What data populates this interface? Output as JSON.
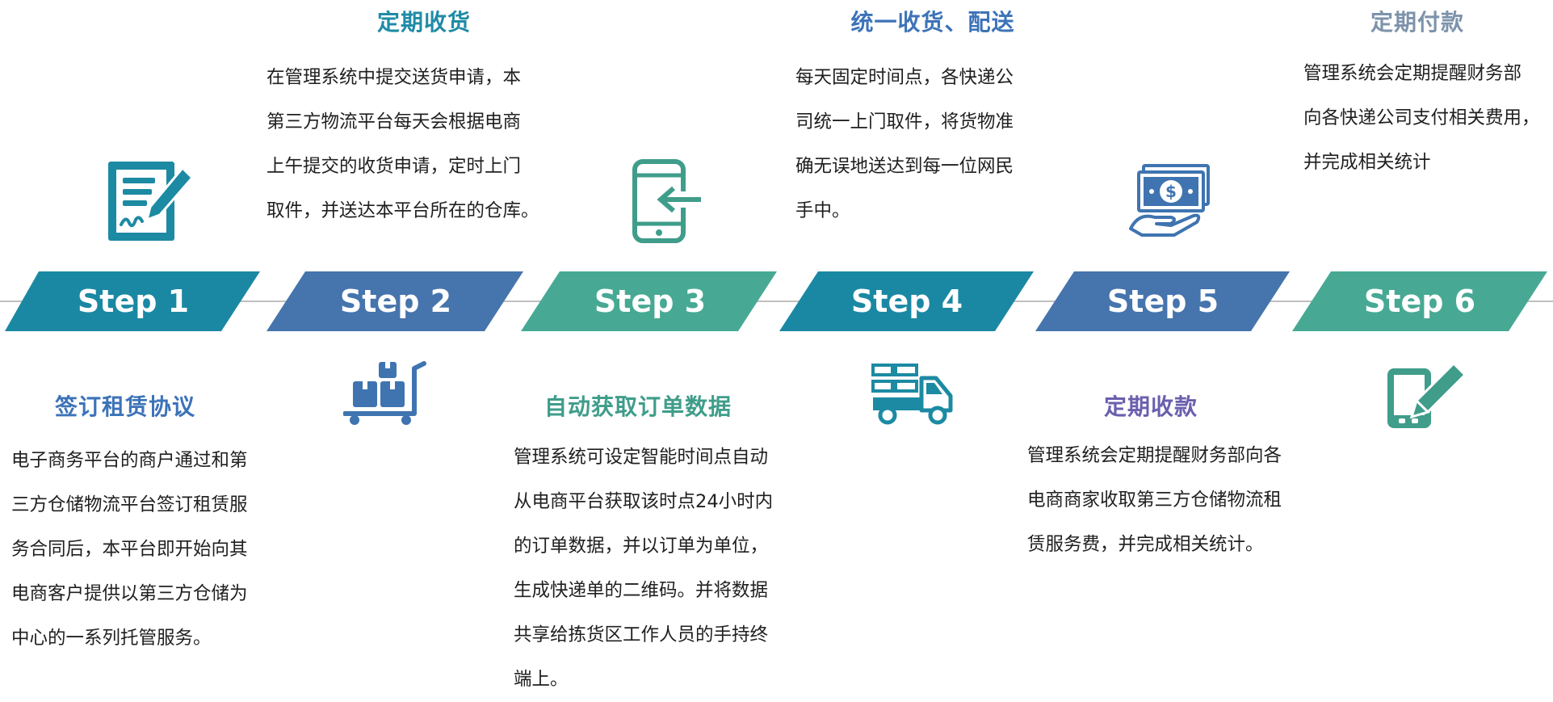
{
  "colors": {
    "teal": "#1b88a3",
    "blue": "#4674ad",
    "green": "#47a994",
    "icon_teal": "#1c8aa3",
    "icon_blue": "#3f74b0",
    "icon_green": "#3f9d8a",
    "title_teal": "#1f8ba6",
    "title_blue": "#3d73b8",
    "title_slate": "#7d93ab",
    "title_purple": "#6a5fae",
    "line": "#bfbfbf"
  },
  "steps": [
    {
      "label": "Step 1"
    },
    {
      "label": "Step 2"
    },
    {
      "label": "Step 3"
    },
    {
      "label": "Step 4"
    },
    {
      "label": "Step 5"
    },
    {
      "label": "Step 6"
    }
  ],
  "top": {
    "step2": {
      "title": "定期收货",
      "desc": "在管理系统中提交送货申请，本\n第三方物流平台每天会根据电商\n上午提交的收货申请，定时上门\n取件，并送达本平台所在的仓库。"
    },
    "step4": {
      "title": "统一收货、配送",
      "desc": "每天固定时间点，各快递公\n司统一上门取件，将货物准\n确无误地送达到每一位网民\n手中。"
    },
    "step6": {
      "title": "定期付款",
      "desc": "管理系统会定期提醒财务部\n向各快递公司支付相关费用，\n并完成相关统计"
    }
  },
  "bottom": {
    "step1": {
      "title": "签订租赁协议",
      "desc": "电子商务平台的商户通过和第\n三方仓储物流平台签订租赁服\n务合同后，本平台即开始向其\n电商客户提供以第三方仓储为\n中心的一系列托管服务。"
    },
    "step3": {
      "title": "自动获取订单数据",
      "desc": "管理系统可设定智能时间点自动\n从电商平台获取该时点24小时内\n的订单数据，并以订单为单位，\n生成快递单的二维码。并将数据\n共享给拣货区工作人员的手持终\n端上。"
    },
    "step5": {
      "title": "定期收款",
      "desc": "管理系统会定期提醒财务部向各\n电商商家收取第三方仓储物流租\n赁服务费，并完成相关统计。"
    }
  },
  "icons": [
    "contract-sign-icon",
    "cart-boxes-icon",
    "phone-arrow-icon",
    "delivery-truck-icon",
    "money-hand-icon",
    "tablet-pen-icon"
  ]
}
